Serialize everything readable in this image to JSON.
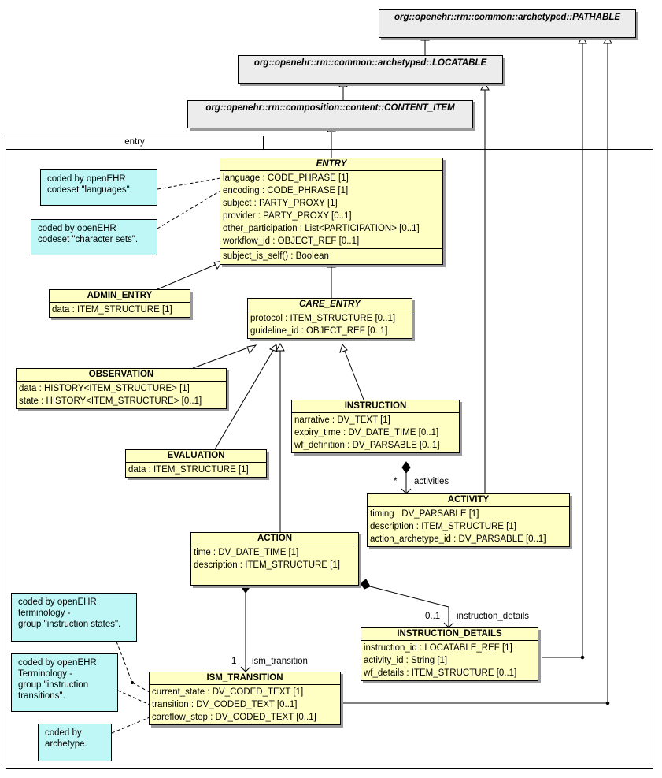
{
  "package": {
    "name": "entry"
  },
  "external": {
    "pathable": "org::openehr::rm::common::archetyped::PATHABLE",
    "locatable": "org::openehr::rm::common::archetyped::LOCATABLE",
    "content_item": "org::openehr::rm::composition::content::CONTENT_ITEM"
  },
  "classes": {
    "entry": {
      "name": "ENTRY",
      "attrs": [
        "language : CODE_PHRASE [1]",
        "encoding : CODE_PHRASE [1]",
        "subject : PARTY_PROXY [1]",
        "provider : PARTY_PROXY [0..1]",
        "other_participation : List<PARTICIPATION> [0..1]",
        "workflow_id : OBJECT_REF [0..1]"
      ],
      "ops": [
        "subject_is_self() : Boolean"
      ]
    },
    "admin_entry": {
      "name": "ADMIN_ENTRY",
      "attrs": [
        "data : ITEM_STRUCTURE [1]"
      ]
    },
    "care_entry": {
      "name": "CARE_ENTRY",
      "attrs": [
        "protocol : ITEM_STRUCTURE [0..1]",
        "guideline_id : OBJECT_REF [0..1]"
      ]
    },
    "observation": {
      "name": "OBSERVATION",
      "attrs": [
        "data : HISTORY<ITEM_STRUCTURE> [1]",
        "state : HISTORY<ITEM_STRUCTURE> [0..1]"
      ]
    },
    "evaluation": {
      "name": "EVALUATION",
      "attrs": [
        "data : ITEM_STRUCTURE [1]"
      ]
    },
    "instruction": {
      "name": "INSTRUCTION",
      "attrs": [
        "narrative : DV_TEXT [1]",
        "expiry_time : DV_DATE_TIME [0..1]",
        "wf_definition : DV_PARSABLE [0..1]"
      ]
    },
    "activity": {
      "name": "ACTIVITY",
      "attrs": [
        "timing : DV_PARSABLE [1]",
        "description : ITEM_STRUCTURE [1]",
        "action_archetype_id : DV_PARSABLE [0..1]"
      ]
    },
    "action": {
      "name": "ACTION",
      "attrs": [
        "time : DV_DATE_TIME [1]",
        "description : ITEM_STRUCTURE [1]"
      ]
    },
    "instruction_details": {
      "name": "INSTRUCTION_DETAILS",
      "attrs": [
        "instruction_id : LOCATABLE_REF [1]",
        "activity_id : String [1]",
        "wf_details : ITEM_STRUCTURE [0..1]"
      ]
    },
    "ism_transition": {
      "name": "ISM_TRANSITION",
      "attrs": [
        "current_state : DV_CODED_TEXT [1]",
        "transition : DV_CODED_TEXT [0..1]",
        "careflow_step : DV_CODED_TEXT [0..1]"
      ]
    }
  },
  "notes": {
    "languages": [
      "coded by openEHR",
      "codeset \"languages\"."
    ],
    "charsets": [
      "coded by openEHR",
      "codeset \"character sets\"."
    ],
    "instruction_states": [
      "coded by openEHR",
      "terminology -",
      "group \"instruction states\"."
    ],
    "instruction_transitions": [
      "coded by openEHR",
      "Terminology -",
      "group \"instruction",
      "transitions\"."
    ],
    "archetype": [
      "coded by",
      "archetype."
    ]
  },
  "labels": {
    "activities_mult": "*",
    "activities_role": "activities",
    "details_mult": "0..1",
    "details_role": "instruction_details",
    "ism_mult": "1",
    "ism_role": "ism_transition"
  },
  "colors": {
    "class_fill": "#ffffc4",
    "external_fill": "#ececec",
    "note_fill": "#bff7f7",
    "shadow": "#9a9a9a"
  }
}
